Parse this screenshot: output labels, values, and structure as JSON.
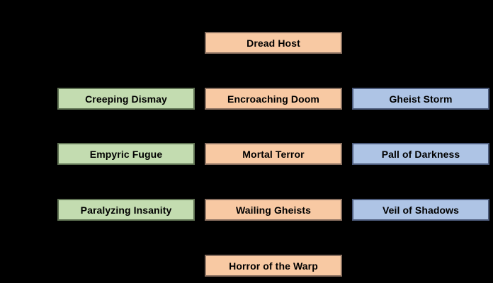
{
  "diagram": {
    "background_color": "#000000",
    "text_color": "#000000",
    "colors": {
      "orange_fill": "#F8C9A3",
      "orange_border": "#8A7060",
      "green_fill": "#C3DCB0",
      "green_border": "#5F7253",
      "blue_fill": "#AEC4E5",
      "blue_border": "#4D5C7C"
    },
    "nodes": [
      {
        "label": "Dread Host",
        "color": "orange",
        "row": 1,
        "col": "center"
      },
      {
        "label": "Creeping Dismay",
        "color": "green",
        "row": 2,
        "col": "left"
      },
      {
        "label": "Encroaching Doom",
        "color": "orange",
        "row": 2,
        "col": "center"
      },
      {
        "label": "Gheist Storm",
        "color": "blue",
        "row": 2,
        "col": "right"
      },
      {
        "label": "Empyric Fugue",
        "color": "green",
        "row": 3,
        "col": "left"
      },
      {
        "label": "Mortal Terror",
        "color": "orange",
        "row": 3,
        "col": "center"
      },
      {
        "label": "Pall of Darkness",
        "color": "blue",
        "row": 3,
        "col": "right"
      },
      {
        "label": "Paralyzing Insanity",
        "color": "green",
        "row": 4,
        "col": "left"
      },
      {
        "label": "Wailing Gheists",
        "color": "orange",
        "row": 4,
        "col": "center"
      },
      {
        "label": "Veil of Shadows",
        "color": "blue",
        "row": 4,
        "col": "right"
      },
      {
        "label": "Horror of the Warp",
        "color": "orange",
        "row": 5,
        "col": "center"
      }
    ]
  }
}
